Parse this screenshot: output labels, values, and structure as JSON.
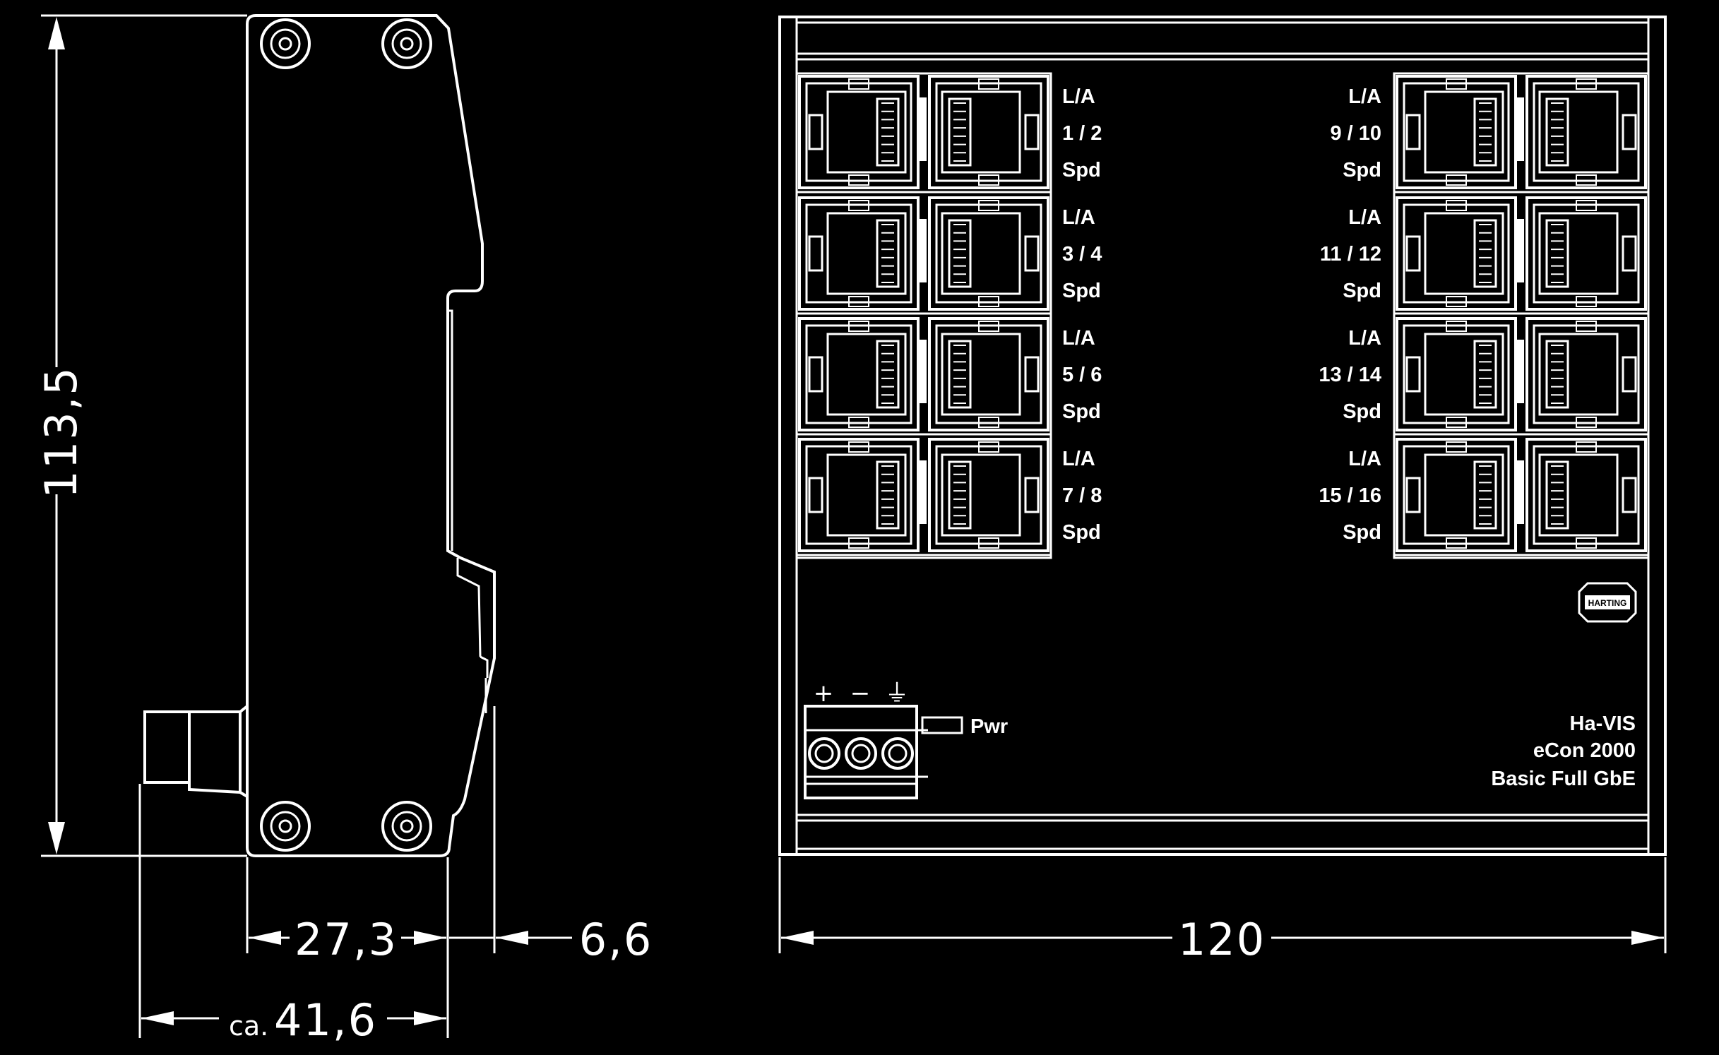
{
  "side_view": {
    "height_dim": "113,5",
    "body_depth_dim": "27,3",
    "rail_depth_dim": "6,6",
    "total_depth_prefix": "ca.",
    "total_depth_dim": "41,6"
  },
  "front_view": {
    "width_dim": "120",
    "port_groups_left": [
      {
        "la": "L/A",
        "ports": "1 / 2",
        "spd": "Spd"
      },
      {
        "la": "L/A",
        "ports": "3 / 4",
        "spd": "Spd"
      },
      {
        "la": "L/A",
        "ports": "5 / 6",
        "spd": "Spd"
      },
      {
        "la": "L/A",
        "ports": "7 / 8",
        "spd": "Spd"
      }
    ],
    "port_groups_right": [
      {
        "la": "L/A",
        "ports": "9 / 10",
        "spd": "Spd"
      },
      {
        "la": "L/A",
        "ports": "11 / 12",
        "spd": "Spd"
      },
      {
        "la": "L/A",
        "ports": "13 / 14",
        "spd": "Spd"
      },
      {
        "la": "L/A",
        "ports": "15 / 16",
        "spd": "Spd"
      }
    ],
    "power_label": "Pwr",
    "power_symbols": [
      "+",
      "−",
      "⏚"
    ],
    "product_line1": "Ha-VIS",
    "product_line2": "eCon 2000",
    "product_line3": "Basic Full GbE",
    "logo_text": "HARTING"
  }
}
